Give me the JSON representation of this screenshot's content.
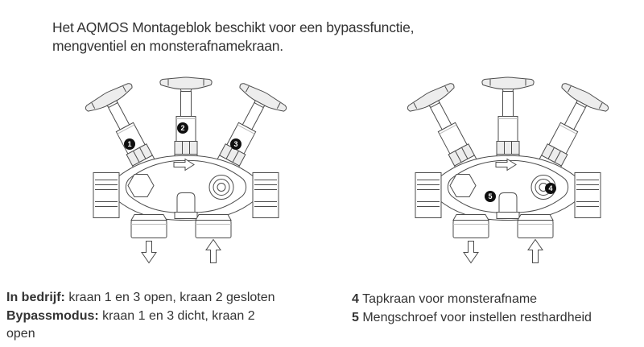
{
  "header": {
    "text": "Het AQMOS Montageblok beschikt voor een bypassfunctie, mengventiel en monsterafnamekraan."
  },
  "badges": {
    "badge1": "1",
    "badge2": "2",
    "badge3": "3",
    "badge4": "4",
    "badge5": "5"
  },
  "captions": {
    "left": {
      "label1": "In bedrijf:",
      "text1": " kraan 1 en 3 open, kraan 2 gesloten ",
      "label2": "Bypassmodus:",
      "text2": " kraan 1 en 3 dicht, kraan 2 open"
    },
    "right": [
      {
        "num": "4",
        "text": " Tapkraan voor monsterafname"
      },
      {
        "num": "5",
        "text": " Mengschroef voor instellen resthardheid"
      }
    ]
  },
  "colors": {
    "ink": "#333333",
    "line": "#4c4c4c",
    "badge_bg": "#0f0f0f",
    "badge_text": "#ffffff"
  }
}
